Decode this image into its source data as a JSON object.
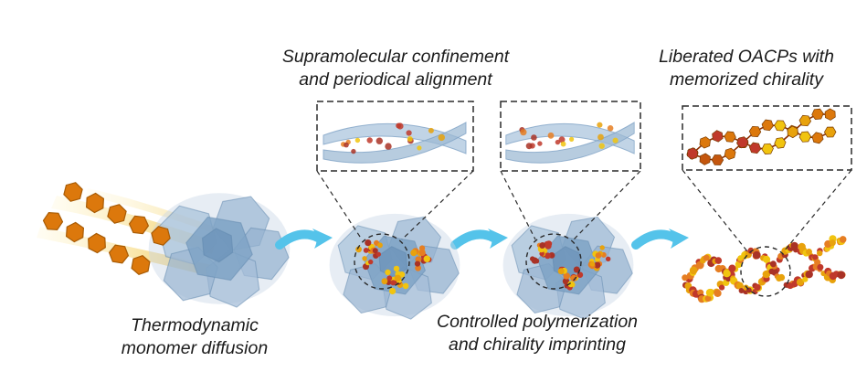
{
  "labels": {
    "top_center": "Supramolecular confinement\nand periodical alignment",
    "top_right": "Liberated OACPs with\nmemorized chirality",
    "bottom_left": "Thermodynamic\nmonomer diffusion",
    "bottom_center": "Controlled polymerization\nand chirality imprinting"
  },
  "colors": {
    "background": "#FFFFFF",
    "crystal_blue": "#7FA3C6",
    "crystal_blue_light": "#AEC6DC",
    "crystal_blue_dark": "#5F88AE",
    "monomer_orange": "#DC780C",
    "monomer_stroke": "#A85C06",
    "streak_yellow": "#F6D878",
    "arrow_blue": "#54C3EA",
    "dot_red": "#C0392B",
    "dot_orange": "#E67E22",
    "dot_yellow": "#F1C40F",
    "dot_maroon": "#A93226",
    "dot_amber": "#E8A20C",
    "chain_link": "#8B2F00",
    "dashed_line": "#2A2A2A"
  }
}
